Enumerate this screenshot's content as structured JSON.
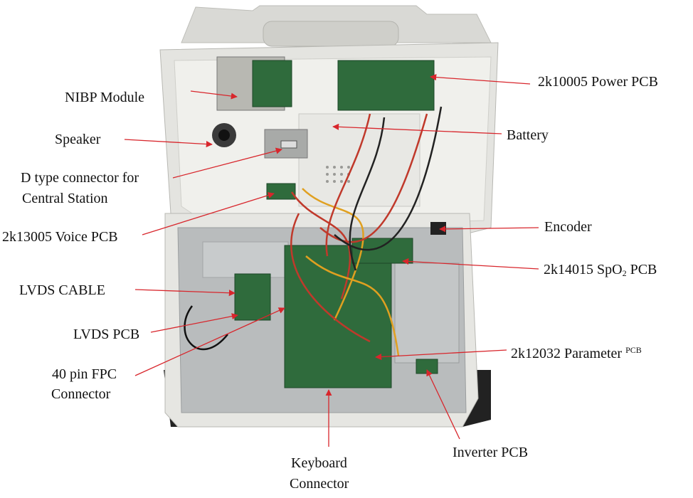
{
  "labels": {
    "nibp": "NIBP Module",
    "speaker": "Speaker",
    "d_connector_line1": "D type connector for",
    "d_connector_line2": "Central Station",
    "voice_pcb": "2k13005  Voice PCB",
    "lvds_cable": "LVDS CABLE",
    "lvds_pcb": "LVDS PCB",
    "fpc_line1": "40 pin FPC",
    "fpc_line2": "Connector",
    "keyboard_line1": "Keyboard",
    "keyboard_line2": "Connector",
    "power_pcb": "2k10005  Power PCB",
    "battery": "Battery",
    "encoder": "Encoder",
    "spo2_prefix": "2k14015  SpO",
    "spo2_sub": "2",
    "spo2_suffix": " PCB",
    "parameter_prefix": "2k12032  Parameter ",
    "parameter_sup": "PCB",
    "inverter_pcb": "Inverter PCB"
  },
  "colors": {
    "arrow": "#d8262c",
    "case": "#e4e4e0",
    "metal_plate": "#b9bcbd",
    "pcb_green": "#2f6b3c"
  }
}
